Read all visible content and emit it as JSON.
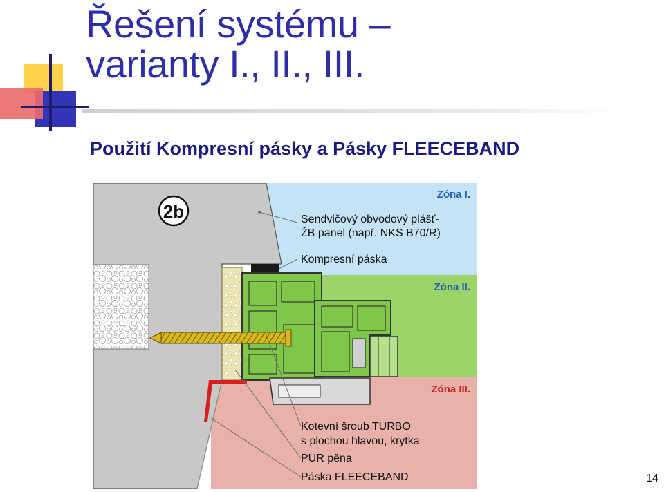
{
  "slide": {
    "title_line1": "Řešení systému –",
    "title_line2": "varianty I., II., III.",
    "subtitle": "Použití Kompresní pásky a Pásky FLEECEBAND",
    "page_number": "14"
  },
  "diagram": {
    "badge": "2b",
    "zones": {
      "zone1": "Zóna I.",
      "zone2": "Zóna II.",
      "zone3": "Zóna III."
    },
    "labels": {
      "wall_line1": "Sendvičový obvodový plášť-",
      "wall_line2": "ŽB panel (např. NKS B70/R)",
      "compress_tape": "Kompresní páska",
      "screw_line1": "Kotevní šroub TURBO",
      "screw_line2": "s plochou hlavou, krytka",
      "foam": "PUR pěna",
      "fleece_tape": "Páska FLEECEBAND"
    }
  },
  "colors": {
    "title": "#2e2ea8",
    "subtitle": "#1a1a80",
    "zone1_bg": "#c4e3f5",
    "zone2_bg": "#9dd46a",
    "zone3_bg": "#e8b2ab",
    "zone_label": "#1f62b5",
    "zone3_label": "#c42020",
    "profile_fill": "#7fc74b",
    "wall": "#c8c8c8",
    "screw": "#d9b81c",
    "fleeceband": "#d62020"
  }
}
